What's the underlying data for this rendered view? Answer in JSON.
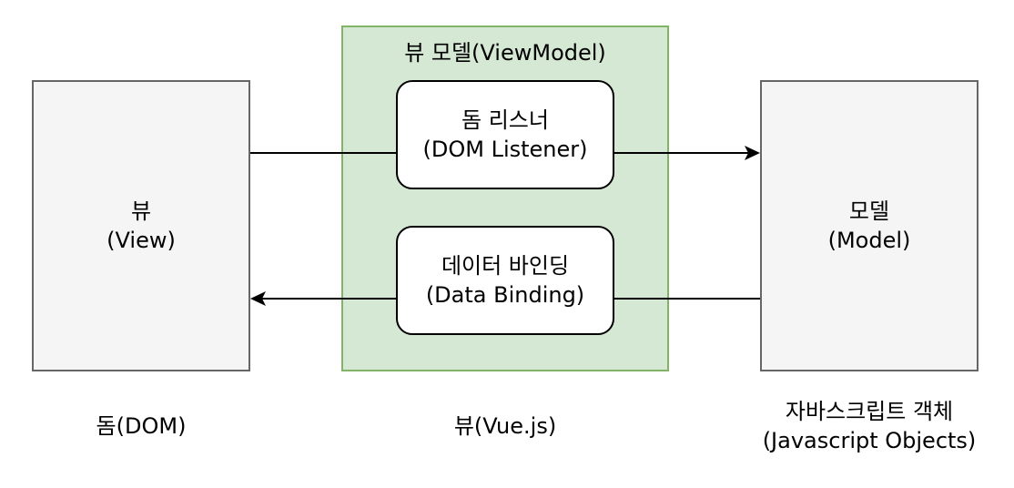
{
  "viewmodel": {
    "title": "뷰 모델(ViewModel)",
    "listener": {
      "line1": "돔 리스너",
      "line2": "(DOM Listener)"
    },
    "binding": {
      "line1": "데이터 바인딩",
      "line2": "(Data Binding)"
    }
  },
  "view": {
    "line1": "뷰",
    "line2": "(View)"
  },
  "model": {
    "line1": "모델",
    "line2": "(Model)"
  },
  "captions": {
    "dom": "돔(DOM)",
    "vue": "뷰(Vue.js)",
    "js_line1": "자바스크립트 객체",
    "js_line2": "(Javascript Objects)"
  },
  "colors": {
    "gray_fill": "#f5f5f5",
    "gray_stroke": "#666666",
    "green_fill": "#d5e8d4",
    "green_stroke": "#82b366",
    "node_fill": "#ffffff",
    "edge": "#000000"
  }
}
